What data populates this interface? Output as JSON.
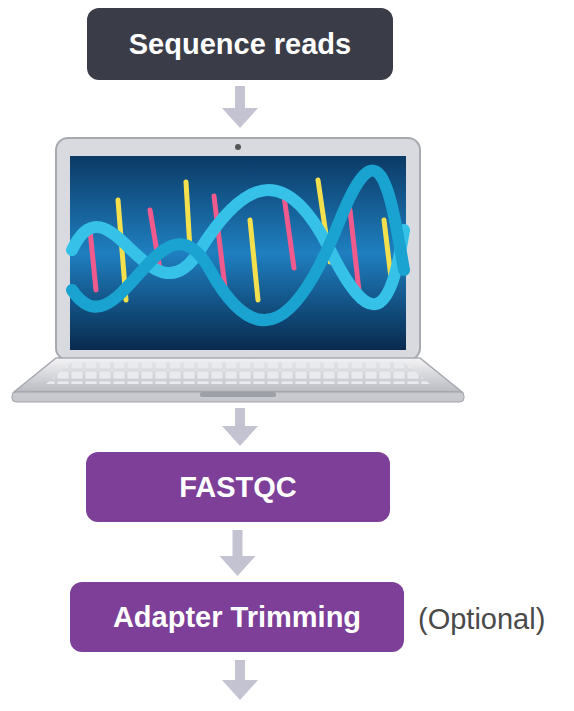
{
  "diagram": {
    "nodes": [
      {
        "text": [
          "Sequence reads"
        ]
      },
      {
        "text": [
          "FASTQC"
        ]
      },
      {
        "text": [
          "Adapter Trimming"
        ]
      }
    ],
    "edges": [
      {
        "from": 1,
        "to": 2,
        "arrow": "to"
      }
    ],
    "labels": [
      "(Optional)"
    ]
  }
}
